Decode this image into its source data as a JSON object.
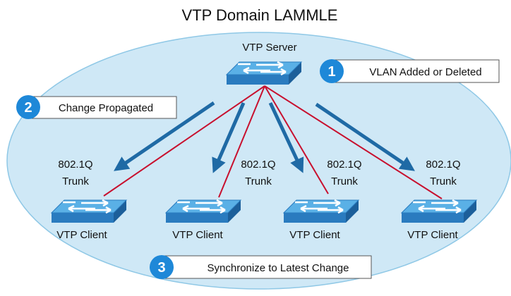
{
  "title": "VTP Domain LAMMLE",
  "server": {
    "label": "VTP Server"
  },
  "steps": [
    {
      "number": "1",
      "text": "VLAN Added or Deleted"
    },
    {
      "number": "2",
      "text": "Change Propagated"
    },
    {
      "number": "3",
      "text": "Synchronize to Latest Change"
    }
  ],
  "trunks": [
    {
      "line1": "802.1Q",
      "line2": "Trunk"
    },
    {
      "line1": "802.1Q",
      "line2": "Trunk"
    },
    {
      "line1": "802.1Q",
      "line2": "Trunk"
    },
    {
      "line1": "802.1Q",
      "line2": "Trunk"
    }
  ],
  "clients": [
    {
      "label": "VTP Client"
    },
    {
      "label": "VTP Client"
    },
    {
      "label": "VTP Client"
    },
    {
      "label": "VTP Client"
    }
  ],
  "colors": {
    "domain_fill": "#cfe8f6",
    "domain_stroke": "#8fc8e6",
    "trunk_line": "#c8102e",
    "arrow": "#1f6aa5",
    "badge": "#1e88d8",
    "switch_top": "#5ab0e6",
    "switch_side": "#2a7bbf"
  }
}
